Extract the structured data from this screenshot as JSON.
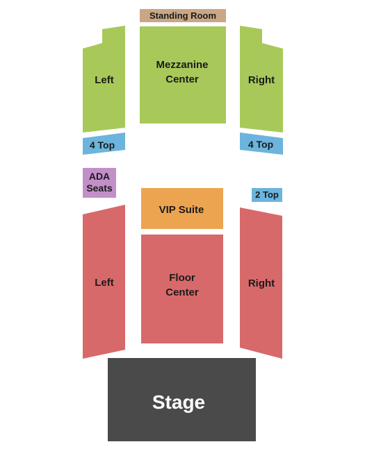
{
  "colors": {
    "mezzanine": "#a8c95a",
    "floor": "#d8696a",
    "four_top": "#6cb4dd",
    "two_top": "#6cb4dd",
    "ada": "#c38fc8",
    "vip": "#eda451",
    "standing": "#c9a786",
    "stage": "#4a4a4a",
    "background": "#ffffff"
  },
  "sections": {
    "standing_room": {
      "label": "Standing Room"
    },
    "mezz_left": {
      "label": "Left"
    },
    "mezz_center": {
      "line1": "Mezzanine",
      "line2": "Center"
    },
    "mezz_right": {
      "label": "Right"
    },
    "four_top_left": {
      "label": "4 Top"
    },
    "four_top_right": {
      "label": "4 Top"
    },
    "ada_seats": {
      "line1": "ADA",
      "line2": "Seats"
    },
    "two_top": {
      "label": "2 Top"
    },
    "vip_suite": {
      "label": "VIP Suite"
    },
    "floor_left": {
      "label": "Left"
    },
    "floor_center": {
      "line1": "Floor",
      "line2": "Center"
    },
    "floor_right": {
      "label": "Right"
    },
    "stage": {
      "label": "Stage"
    }
  }
}
